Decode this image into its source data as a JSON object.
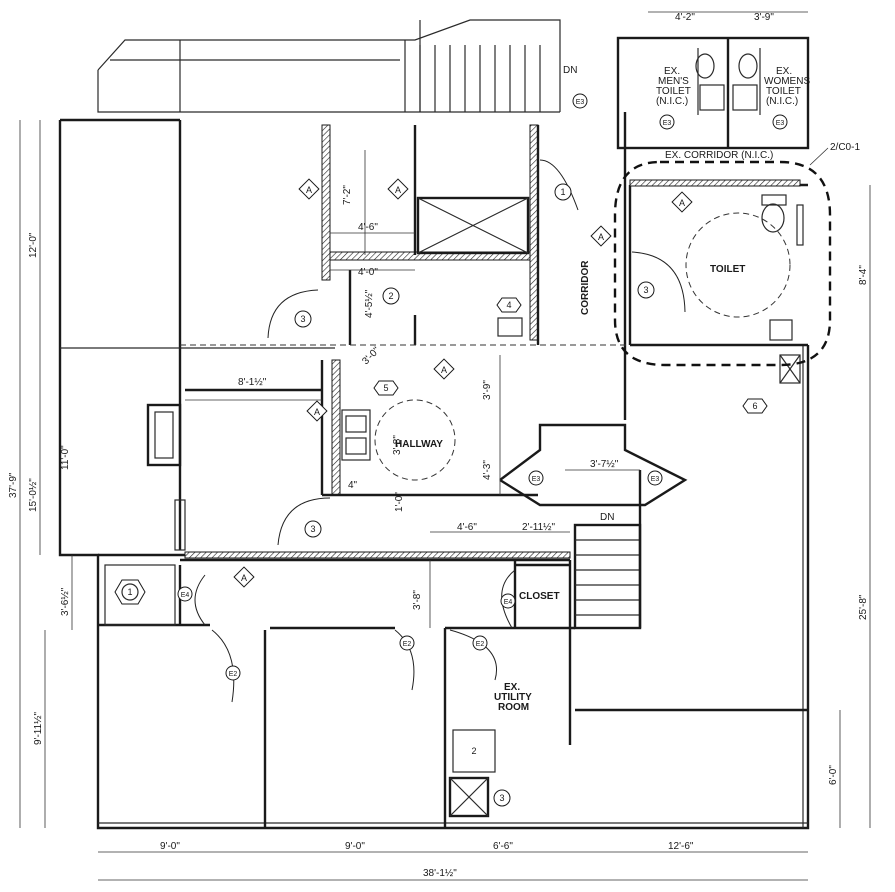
{
  "rooms": {
    "toilet": "TOILET",
    "hallway": "HALLWAY",
    "corridor": "CORRIDOR",
    "closet": "CLOSET",
    "utility_1": "EX.",
    "utility_2": "UTILITY",
    "utility_3": "ROOM",
    "mens_1": "EX.",
    "mens_2": "MEN'S",
    "mens_3": "TOILET",
    "mens_4": "(N.I.C.)",
    "womens_1": "EX.",
    "womens_2": "WOMENS",
    "womens_3": "TOILET",
    "womens_4": "(N.I.C.)",
    "ex_corridor": "EX. CORRIDOR (N.I.C.)",
    "dn_top": "DN",
    "dn_stair": "DN"
  },
  "detail_ref": "2/C0-1",
  "dimensions": {
    "top_left": "4'-2\"",
    "top_right": "3'-9\"",
    "left_12": "12'-0\"",
    "left_11": "11'-0\"",
    "left_37": "37'-9\"",
    "left_15": "15'-0½\"",
    "left_3": "3'-6½\"",
    "left_9": "9'-11½\"",
    "d_7_2": "7'-2\"",
    "d_4_6a": "4'-6\"",
    "d_4_0": "4'-0\"",
    "d_4_5": "4'-5½\"",
    "d_3_0": "3'-0\"",
    "d_8_1": "8'-1½\"",
    "d_3_9": "3'-9\"",
    "d_3_8a": "3'-8\"",
    "d_4_in": "4\"",
    "d_1_0": "1'-0\"",
    "d_4_3": "4'-3\"",
    "d_3_7": "3'-7½\"",
    "d_4_6b": "4'-6\"",
    "d_2_11": "2'-11½\"",
    "d_3_8b": "3'-8\"",
    "right_8_4": "8'-4\"",
    "right_25_8": "25'-8\"",
    "right_6_0": "6'-0\"",
    "bot_9a": "9'-0\"",
    "bot_9b": "9'-0\"",
    "bot_6_6": "6'-6\"",
    "bot_12_6": "12'-6\"",
    "bot_total": "38'-1½\""
  },
  "tags": {
    "a": "A",
    "n1": "1",
    "n2": "2",
    "n3": "3",
    "n4": "4",
    "n5": "5",
    "n6": "6",
    "e2": "E2",
    "e3": "E3",
    "e4": "E4"
  }
}
